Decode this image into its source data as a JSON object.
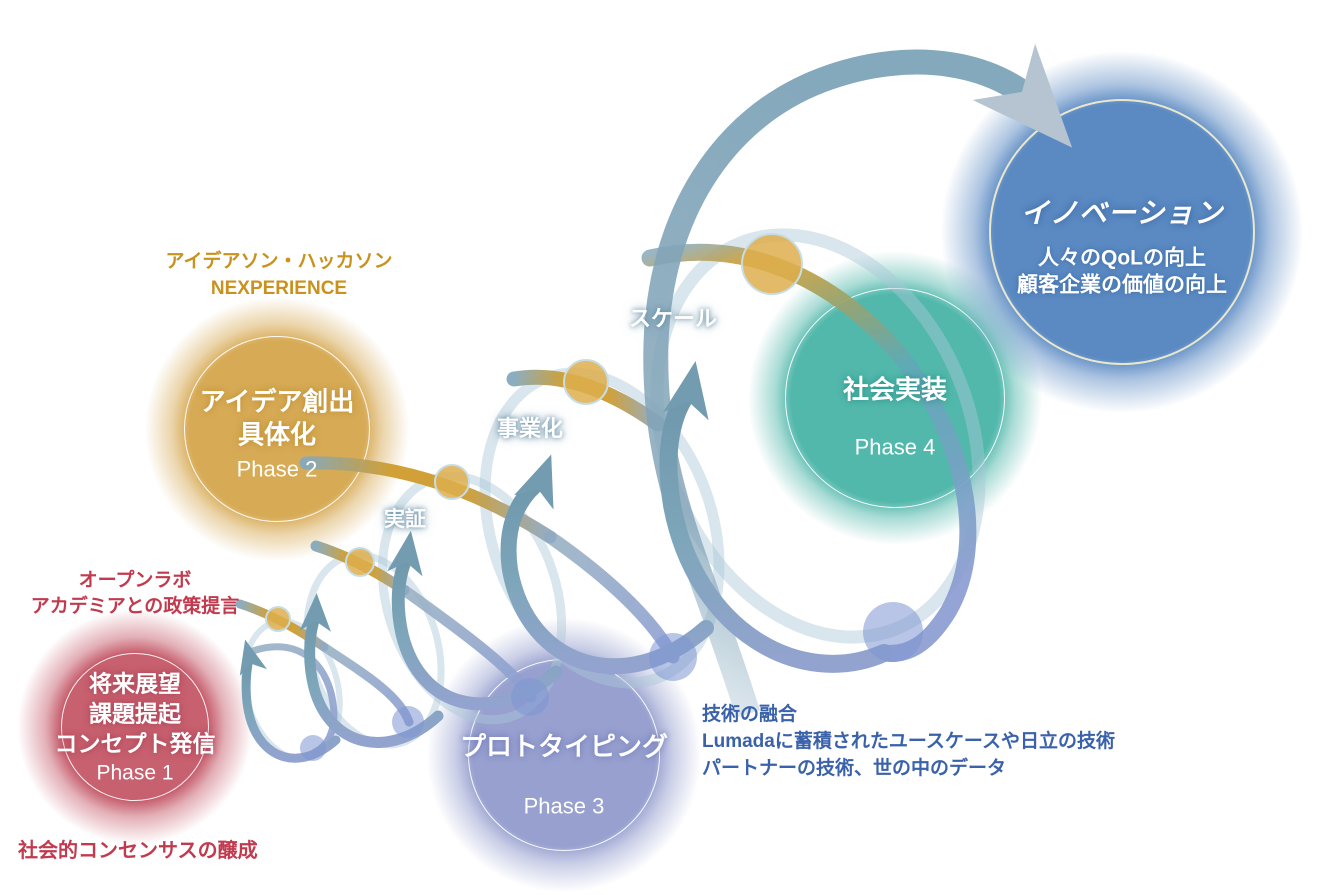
{
  "phases": [
    {
      "phase_label": "Phase 1",
      "lines": [
        "将来展望",
        "課題提起",
        "コンセプト発信"
      ]
    },
    {
      "phase_label": "Phase 2",
      "lines": [
        "アイデア創出",
        "具体化"
      ]
    },
    {
      "phase_label": "Phase 3",
      "lines": [
        "プロトタイピング"
      ]
    },
    {
      "phase_label": "Phase 4",
      "lines": [
        "社会実装"
      ]
    }
  ],
  "goal": {
    "title": "イノベーション",
    "lines": [
      "人々のQoLの向上",
      "顧客企業の価値の向上"
    ]
  },
  "process_labels": [
    "実証",
    "事業化",
    "スケール"
  ],
  "notes": {
    "ideathon": {
      "lines": [
        "アイデアソン・ハッカソン",
        "NEXPERIENCE"
      ]
    },
    "openlab": {
      "lines": [
        "オープンラボ",
        "アカデミアとの政策提言"
      ]
    },
    "consensus": {
      "lines": [
        "社会的コンセンサスの醸成"
      ]
    },
    "technology": {
      "lines": [
        "技術の融合",
        "Lumadaに蓄積されたユースケースや日立の技術",
        "パートナーの技術、世の中のデータ"
      ]
    }
  },
  "colors": {
    "phase1": "#c7606f",
    "phase2": "#d7aa55",
    "phase3": "#97a0cf",
    "phase4": "#52b8ac",
    "goal": "#5b8ac3",
    "goal_ring": "#e9e7cc",
    "spiral_arc": "#7ea6ba",
    "spiral_bottom": "#8d9ed2",
    "gold_node": "#d9a945",
    "blue_node": "#7d95d2",
    "big_arrow": "#b6c4d1",
    "note_gold": "#c8921d",
    "note_red": "#c13a4e",
    "note_blue": "#3a62aa"
  }
}
